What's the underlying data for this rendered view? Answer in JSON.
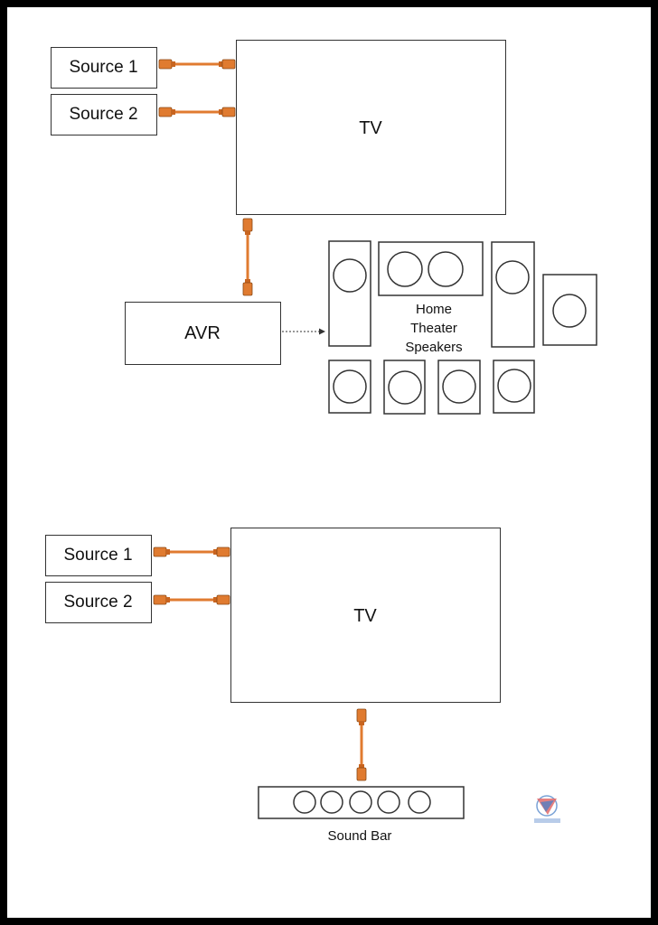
{
  "diagram_top": {
    "sources": [
      "Source 1",
      "Source 2"
    ],
    "tv_label": "TV",
    "avr_label": "AVR",
    "speakers_label": [
      "Home",
      "Theater",
      "Speakers"
    ]
  },
  "diagram_bottom": {
    "sources": [
      "Source 1",
      "Source 2"
    ],
    "tv_label": "TV",
    "soundbar_label": "Sound Bar"
  },
  "colors": {
    "cable": "#e07b30",
    "outline": "#333333",
    "frame": "#000000"
  },
  "icons": {
    "cable": "hdmi-cable-icon",
    "speaker": "speaker-icon",
    "watermark": "watermark-logo-icon"
  }
}
